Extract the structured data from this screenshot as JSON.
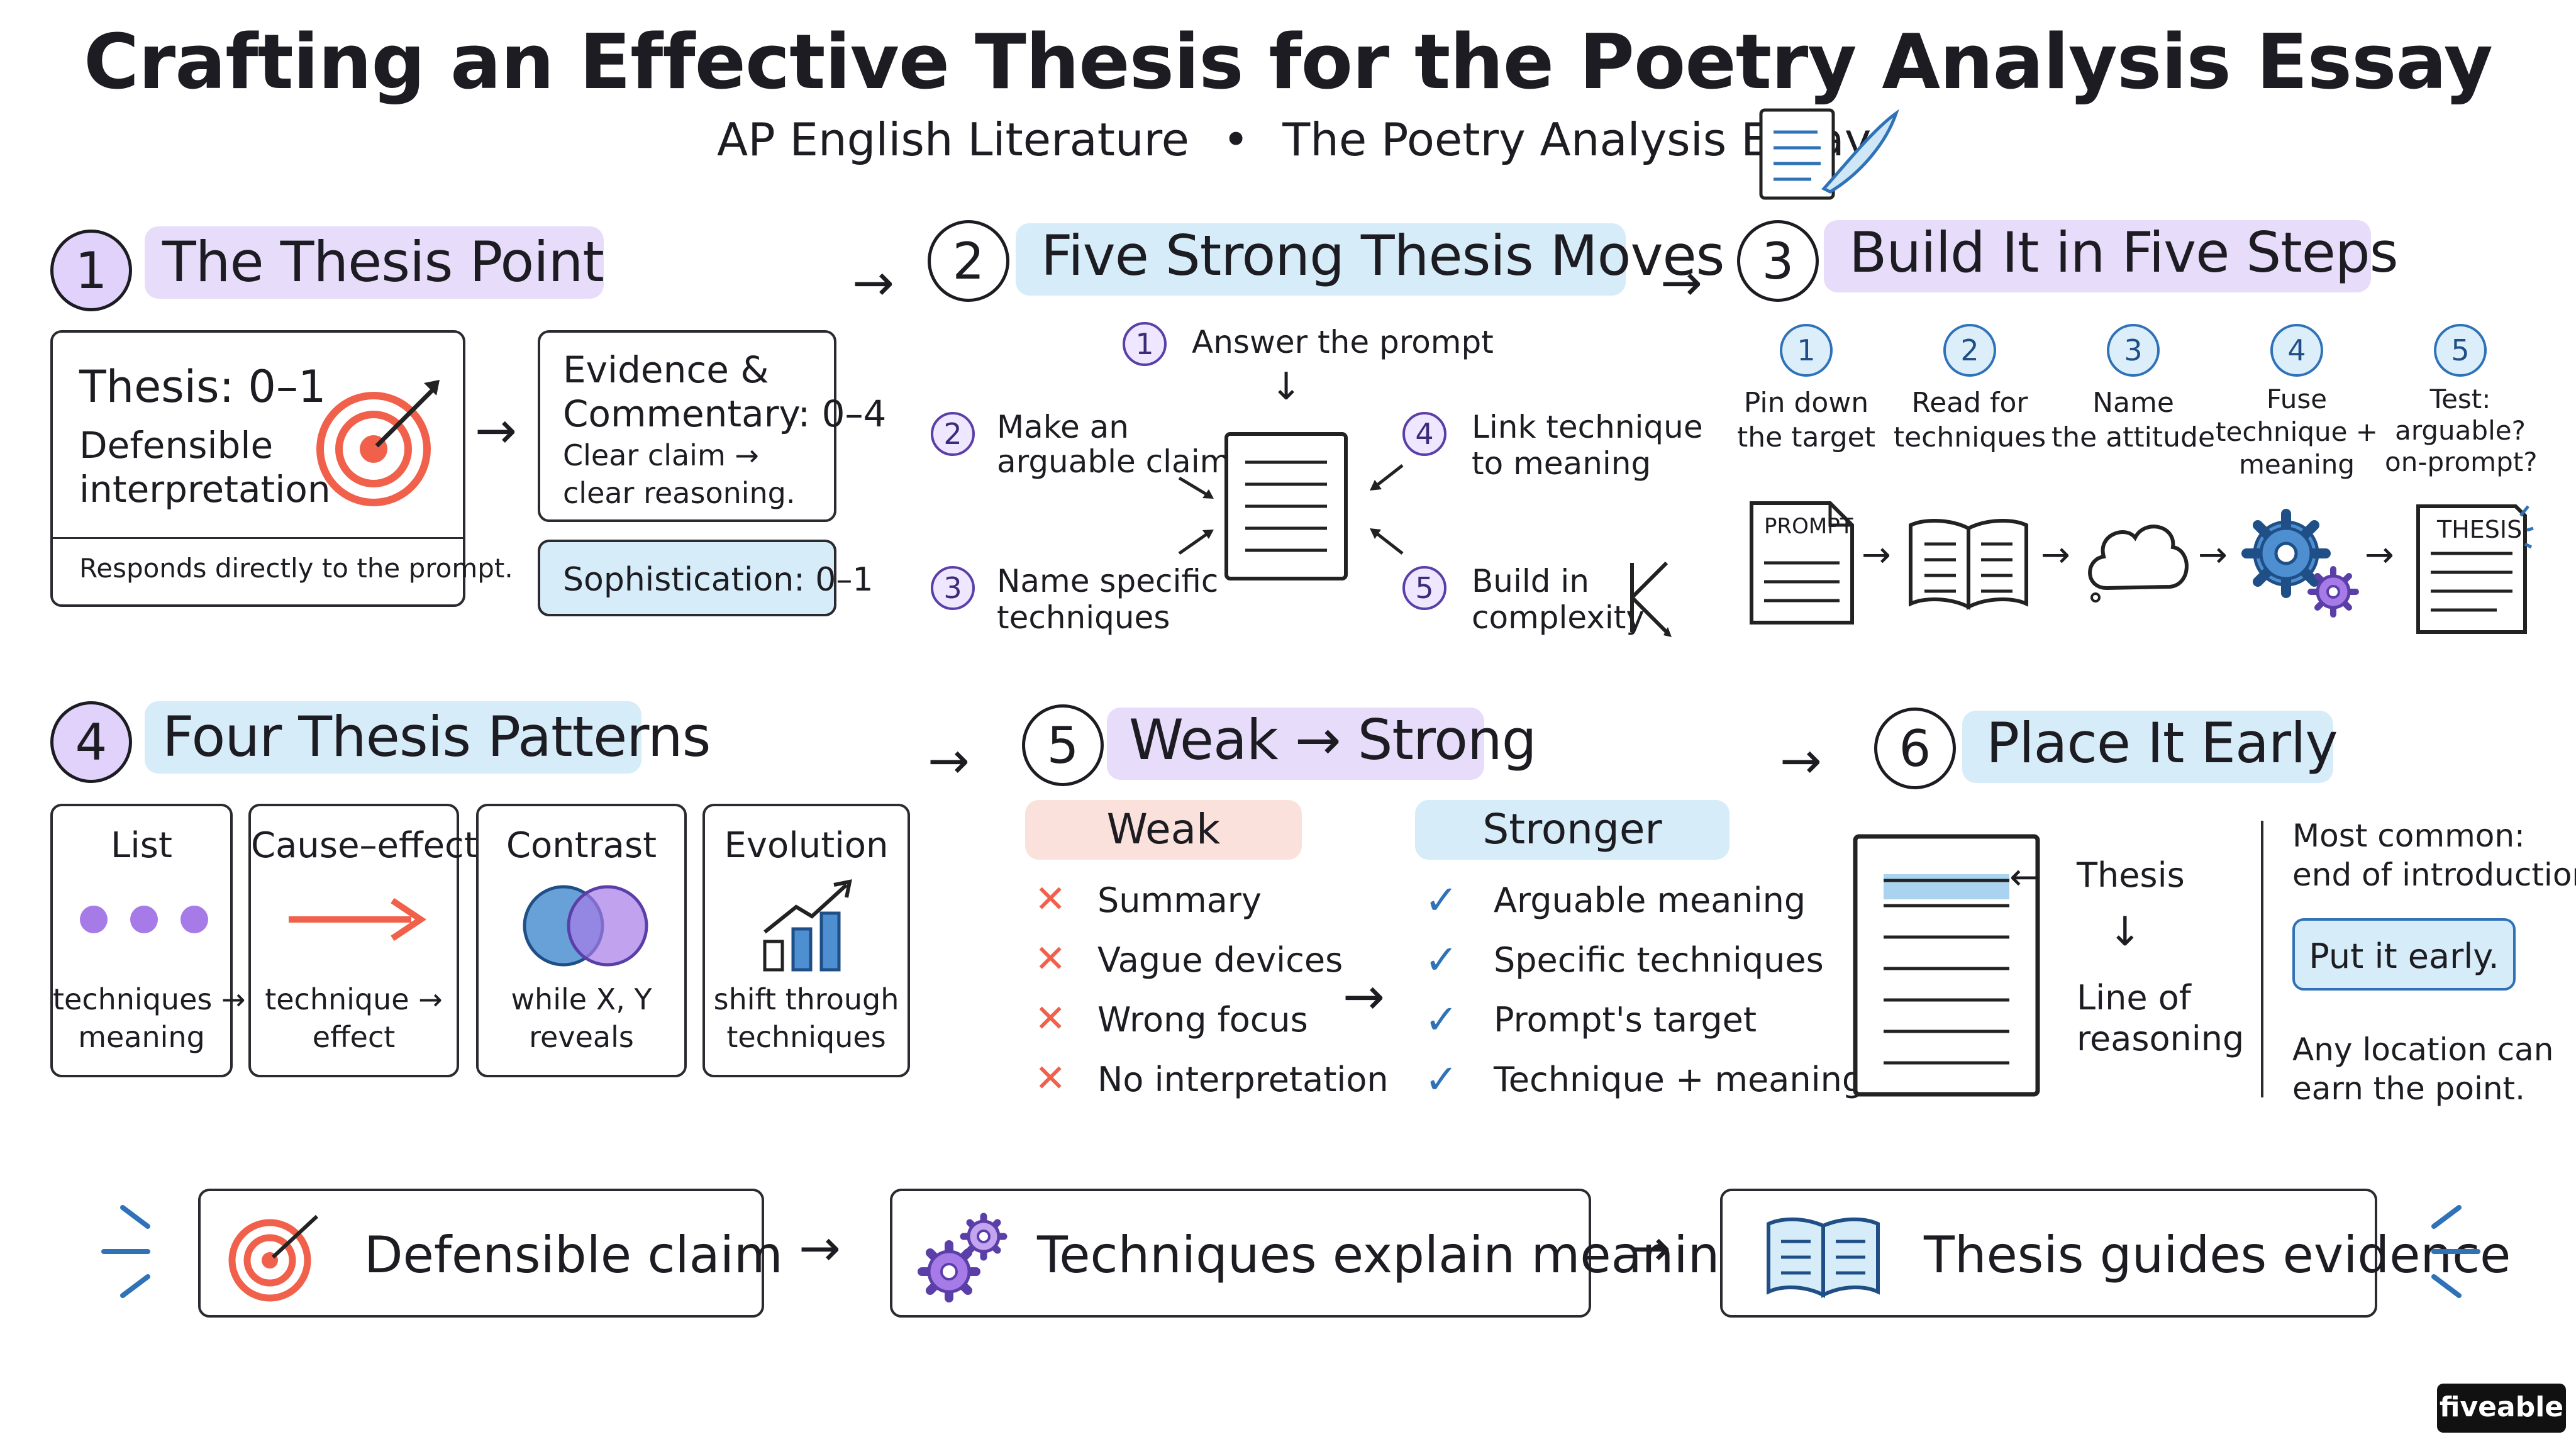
{
  "header": {
    "title": "Crafting an Effective Thesis for the Poetry Analysis Essay",
    "subtitle_left": "AP English Literature",
    "subtitle_sep": "•",
    "subtitle_right": "The Poetry Analysis Essay"
  },
  "s1": {
    "num": "1",
    "title": "The Thesis Point",
    "card_title": "Thesis: 0–1",
    "card_body_1": "Defensible",
    "card_body_2": "interpretation",
    "card_foot": "Responds directly to the prompt.",
    "ev_title_1": "Evidence &",
    "ev_title_2": "Commentary: 0–4",
    "ev_body_1": "Clear claim →",
    "ev_body_2": "clear reasoning.",
    "soph": "Sophistication: 0–1"
  },
  "s2": {
    "num": "2",
    "title": "Five Strong Thesis Moves",
    "moves": [
      {
        "n": "1",
        "l1": "Answer the prompt",
        "l2": ""
      },
      {
        "n": "2",
        "l1": "Make an",
        "l2": "arguable claim"
      },
      {
        "n": "3",
        "l1": "Name specific",
        "l2": "techniques"
      },
      {
        "n": "4",
        "l1": "Link technique",
        "l2": "to meaning"
      },
      {
        "n": "5",
        "l1": "Build in",
        "l2": "complexity"
      }
    ]
  },
  "s3": {
    "num": "3",
    "title": "Build It in Five Steps",
    "steps": [
      {
        "n": "1",
        "l1": "Pin down",
        "l2": "the target",
        "l3": ""
      },
      {
        "n": "2",
        "l1": "Read for",
        "l2": "techniques",
        "l3": ""
      },
      {
        "n": "3",
        "l1": "Name",
        "l2": "the attitude",
        "l3": ""
      },
      {
        "n": "4",
        "l1": "Fuse",
        "l2": "technique +",
        "l3": "meaning"
      },
      {
        "n": "5",
        "l1": "Test:",
        "l2": "arguable?",
        "l3": "on-prompt?"
      }
    ],
    "prompt_label": "PROMPT",
    "thesis_label": "THESIS"
  },
  "s4": {
    "num": "4",
    "title": "Four Thesis Patterns",
    "patterns": [
      {
        "name": "List",
        "l1": "techniques →",
        "l2": "meaning"
      },
      {
        "name": "Cause–effect",
        "l1": "technique →",
        "l2": "effect"
      },
      {
        "name": "Contrast",
        "l1": "while X, Y",
        "l2": "reveals"
      },
      {
        "name": "Evolution",
        "l1": "shift through",
        "l2": "techniques"
      }
    ]
  },
  "s5": {
    "num": "5",
    "title": "Weak → Strong",
    "weak_label": "Weak",
    "strong_label": "Stronger",
    "weak": [
      "Summary",
      "Vague devices",
      "Wrong focus",
      "No interpretation"
    ],
    "strong": [
      "Arguable meaning",
      "Specific techniques",
      "Prompt's target",
      "Technique + meaning"
    ]
  },
  "s6": {
    "num": "6",
    "title": "Place It Early",
    "thesis_label": "Thesis",
    "line_1": "Line of",
    "line_2": "reasoning",
    "common_1": "Most common:",
    "common_2": "end of introduction",
    "button": "Put it early.",
    "any_1": "Any location can",
    "any_2": "earn the point."
  },
  "footer": {
    "items": [
      "Defensible claim",
      "Techniques explain meaning",
      "Thesis guides evidence"
    ],
    "brand": "fiveable"
  },
  "colors": {
    "purple_hl": "#e7dcfa",
    "blue_hl": "#d6ecf8",
    "red": "#f0604a",
    "blue": "#2f72b8",
    "purple": "#8a5cd6"
  }
}
